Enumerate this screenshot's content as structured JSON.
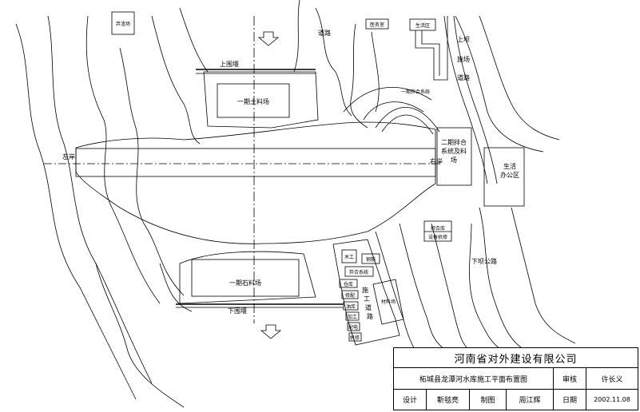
{
  "labels": {
    "fill_area_top": "弃渣场",
    "road_top": "道路",
    "upper_cofferdam": "上围堰",
    "stockpile_1": "一期土料场",
    "mixing_sys_1": "一期拌合系统",
    "hq": "生活区",
    "hospital": "医务室",
    "road_to_site_a": "上坝",
    "road_to_site_b": "施场",
    "road_to_site_c": "道路",
    "mixing_2_a": "二期拌合",
    "mixing_2_b": "系统及料",
    "mixing_2_c": "场",
    "office_a": "生活",
    "office_b": "办公区",
    "left_bank": "左岸",
    "right_bank": "右岸",
    "warehouse_a": "综合库",
    "warehouse_b": "设备机修",
    "road_down": "下坝公路",
    "stockpile_2": "一期石料场",
    "lower_cofferdam": "下围堰",
    "shop_1": "木工",
    "shop_2": "钢筋",
    "shop_3": "拌合系统",
    "shop_4": "仓库",
    "shop_5": "修配",
    "shop_6": "油库",
    "shop_7": "加工",
    "shop_8": "配电",
    "shop_9": "机修",
    "yard_road_a": "施",
    "yard_road_b": "工",
    "yard_road_c": "道",
    "yard_road_d": "路",
    "material_yard": "材料场"
  },
  "title_block": {
    "company": "河南省对外建设有限公司",
    "drawing_title": "柘城县龙潭河水库施工平面布置图",
    "review_label": "审核",
    "review_name": "许长义",
    "design_label": "设计",
    "design_name": "靳毯亮",
    "draw_label": "制图",
    "draw_name": "周江辉",
    "date_label": "日期",
    "date_value": "2002.11.08"
  },
  "colors": {
    "line": "#000000",
    "background": "#ffffff"
  }
}
